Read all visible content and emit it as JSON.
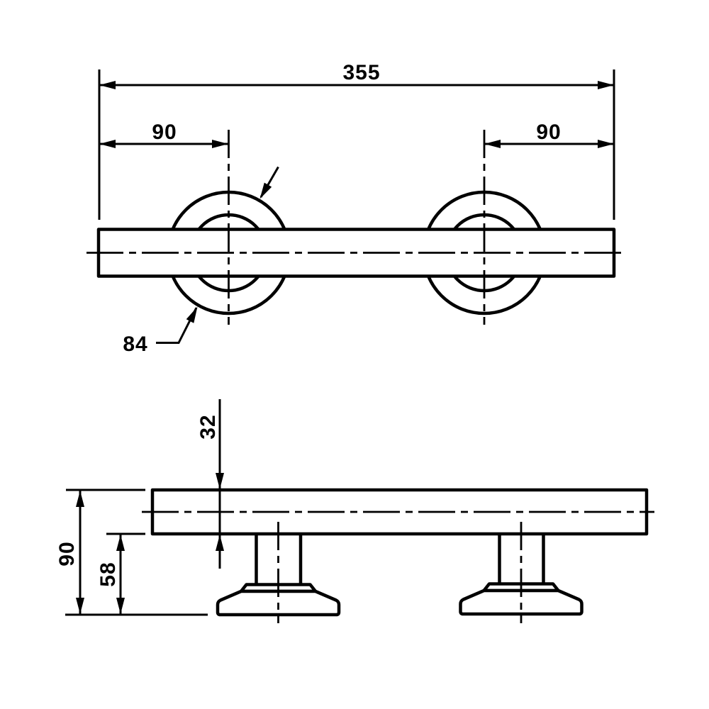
{
  "drawing": {
    "background_color": "#ffffff",
    "line_color": "#000000",
    "views": {
      "top": {
        "dims": {
          "overall_length": "355",
          "left_offset": "90",
          "right_offset": "90",
          "flange_diameter": "84"
        }
      },
      "side": {
        "dims": {
          "bar_thickness": "32",
          "overall_height": "90",
          "clearance": "58"
        }
      }
    }
  }
}
